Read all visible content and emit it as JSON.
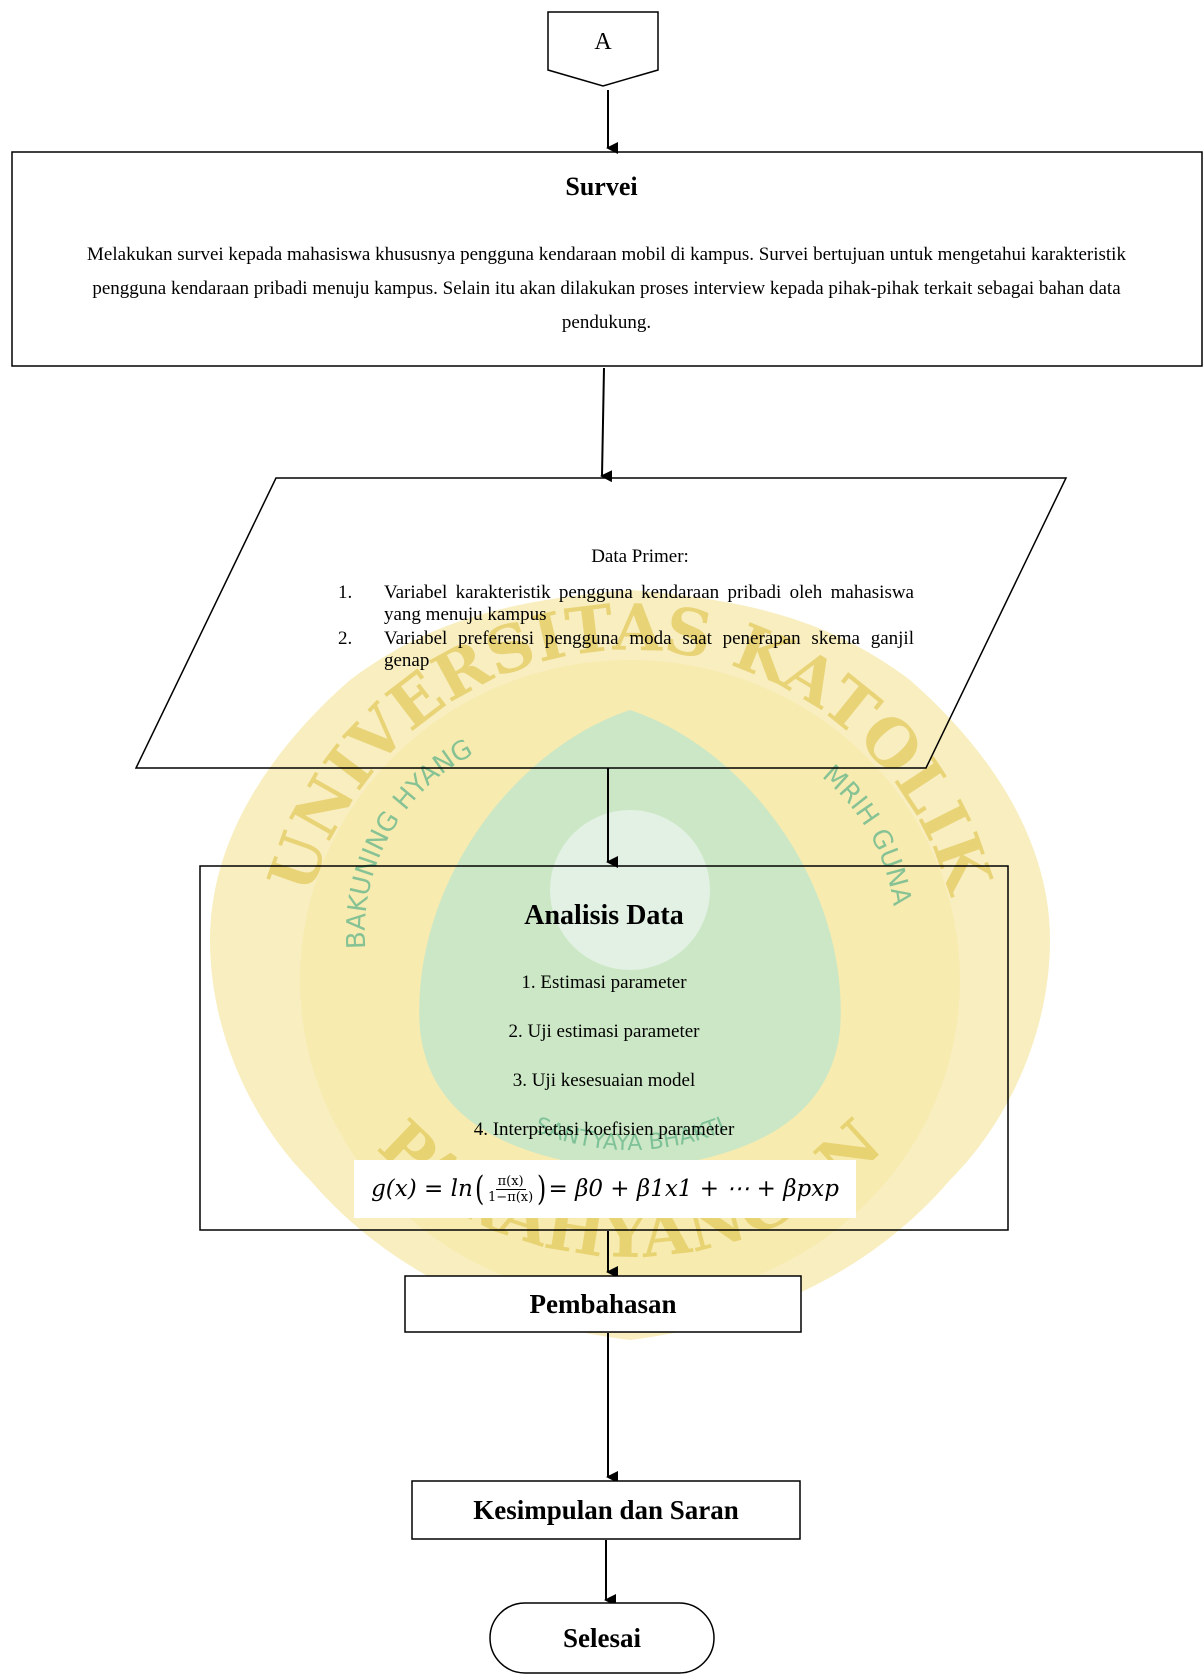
{
  "connector": {
    "label": "A"
  },
  "survei": {
    "title": "Survei",
    "body": "Melakukan survei kepada mahasiswa khususnya pengguna kendaraan mobil di kampus. Survei bertujuan untuk mengetahui karakteristik pengguna kendaraan pribadi menuju kampus. Selain itu akan dilakukan proses interview kepada pihak-pihak terkait sebagai bahan data pendukung."
  },
  "data_primer": {
    "title": "Data Primer:",
    "items": [
      {
        "num": "1.",
        "text": "Variabel karakteristik pengguna kendaraan pribadi oleh mahasiswa yang menuju kampus"
      },
      {
        "num": "2.",
        "text": "Variabel preferensi pengguna moda saat penerapan skema ganjil genap"
      }
    ]
  },
  "analisis": {
    "title": "Analisis Data",
    "items": [
      "1. Estimasi parameter",
      "2. Uji estimasi parameter",
      "3. Uji kesesuaian model",
      "4. Interpretasi koefisien parameter"
    ],
    "formula": {
      "lhs": "g(x) = ln",
      "numerator": "π(x)",
      "denominator": "1−π(x)",
      "rhs": "= β0 + β1x1 + ⋯ + βpxp"
    }
  },
  "pembahasan": {
    "title": "Pembahasan"
  },
  "kesimpulan": {
    "title": "Kesimpulan dan Saran"
  },
  "selesai": {
    "title": "Selesai"
  },
  "watermark": {
    "ring_text_top": "UNIVERSITAS KATOLIK",
    "ring_text_bottom": "PARAHYANGAN",
    "inner_text_left": "BAKUNING HYANG",
    "inner_text_right": "MRIH GUNA",
    "inner_text_bottom": "SANTYAYA BHAKTI",
    "colors": {
      "outer": "#f3e08a",
      "ring": "#f7eaa6",
      "inner": "#b9e6cf",
      "core": "#e7f4ea"
    }
  }
}
